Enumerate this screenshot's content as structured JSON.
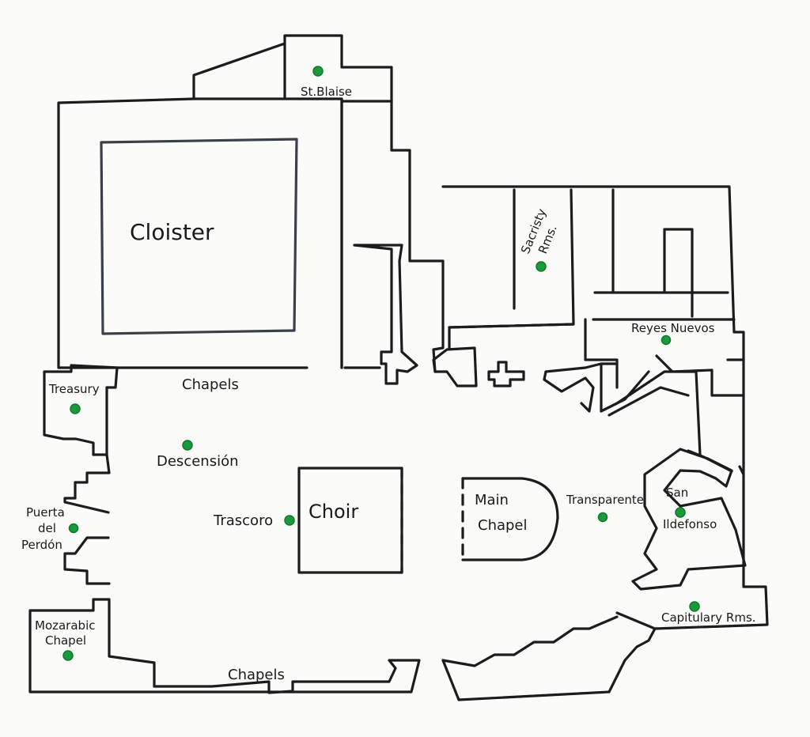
{
  "labels": {
    "st_blaise": "St.Blaise",
    "cloister": "Cloister",
    "sacristy_1": "Sacristy",
    "sacristy_2": "Rms.",
    "reyes_nuevos": "Reyes Nuevos",
    "treasury": "Treasury",
    "chapels_top": "Chapels",
    "descension": "Descensión",
    "puerta_1": "Puerta",
    "puerta_2": "del",
    "puerta_3": "Perdón",
    "trascoro": "Trascoro",
    "choir": "Choir",
    "main_chapel_1": "Main",
    "main_chapel_2": "Chapel",
    "transparente": "Transparente",
    "san_ildefonso_1": "San",
    "san_ildefonso_2": "Ildefonso",
    "mozarabic_1": "Mozarabic",
    "mozarabic_2": "Chapel",
    "capitulary": "Capitulary Rms.",
    "chapels_bottom": "Chapels"
  },
  "colors": {
    "marker": "#1a9a3a",
    "ink": "#1c1c1c"
  }
}
